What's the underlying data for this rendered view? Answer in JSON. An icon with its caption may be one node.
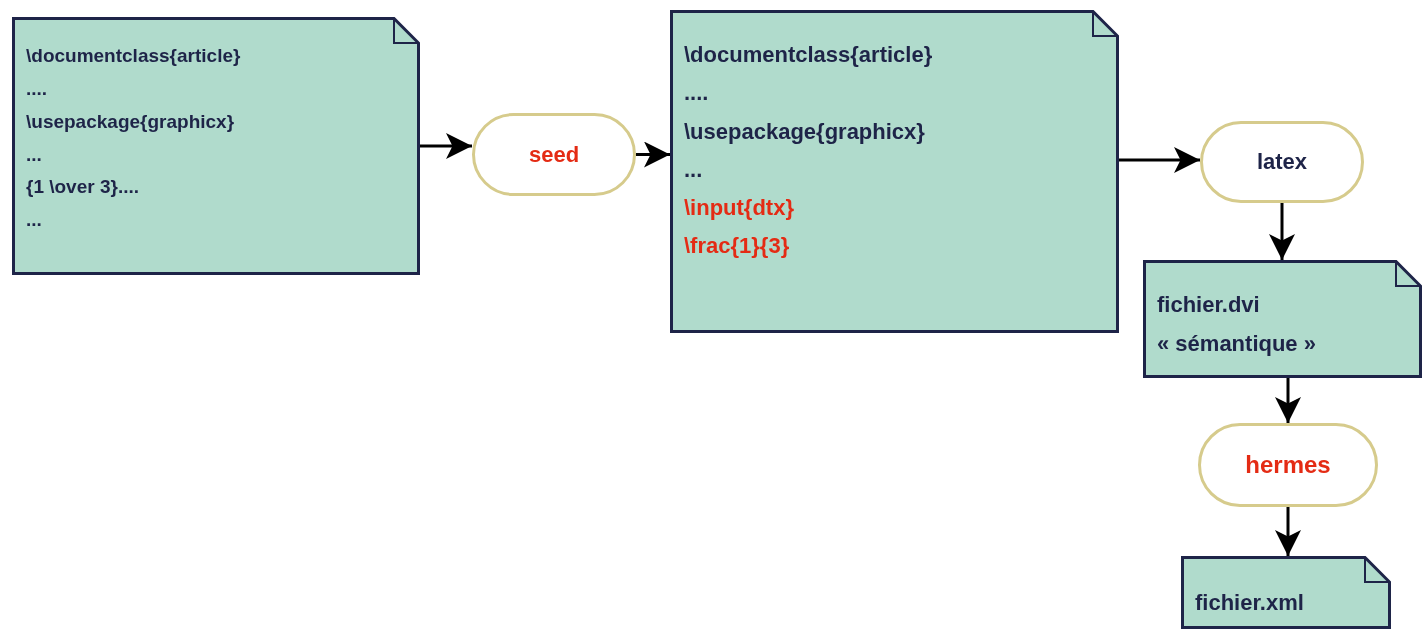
{
  "diagram": {
    "nodes": [
      {
        "text": [
          "\\documentclass{article}",
          "....",
          "\\usepackage{graphicx}",
          "...",
          "{1 \\over 3}....",
          "..."
        ]
      },
      {
        "text": [
          "seed"
        ]
      },
      {
        "text": [
          "\\documentclass{article}",
          "....",
          "\\usepackage{graphicx}",
          "...",
          "\\input{dtx}",
          "\\frac{1}{3}"
        ]
      },
      {
        "text": [
          "latex"
        ]
      },
      {
        "text": [
          "fichier.dvi",
          "« sémantique »"
        ]
      },
      {
        "text": [
          "hermes"
        ]
      },
      {
        "text": [
          "fichier.xml"
        ]
      }
    ],
    "edges": [
      {
        "from": 0,
        "to": 1,
        "arrow": "to"
      },
      {
        "from": 1,
        "to": 2,
        "arrow": "to"
      },
      {
        "from": 2,
        "to": 3,
        "arrow": "to"
      },
      {
        "from": 3,
        "to": 4,
        "arrow": "to"
      },
      {
        "from": 4,
        "to": 5,
        "arrow": "to"
      },
      {
        "from": 5,
        "to": 6,
        "arrow": "to"
      }
    ]
  }
}
